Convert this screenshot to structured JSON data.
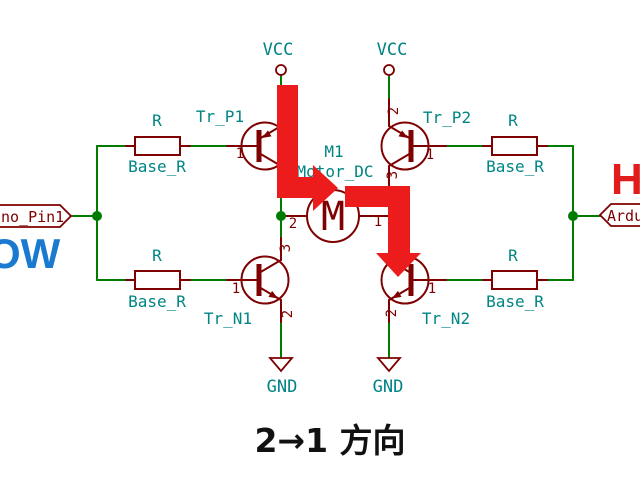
{
  "colors": {
    "symbol_dark_red": "#7e0000",
    "wire_green": "#007c00",
    "label_teal": "#008484",
    "flow_arrow_red": "#ed1c1c",
    "low_blue": "#1a7ad0",
    "high_red": "#e11c1c",
    "caption_black": "#111111"
  },
  "power": {
    "vcc_left": "VCC",
    "vcc_right": "VCC",
    "gnd_left": "GND",
    "gnd_right": "GND"
  },
  "resistors": {
    "top_left": {
      "ref": "R",
      "value": "Base_R"
    },
    "top_right": {
      "ref": "R",
      "value": "Base_R"
    },
    "bottom_left": {
      "ref": "R",
      "value": "Base_R"
    },
    "bottom_right": {
      "ref": "R",
      "value": "Base_R"
    }
  },
  "transistors": {
    "tr_p1": {
      "ref": "Tr_P1",
      "pin_base": "1"
    },
    "tr_p2": {
      "ref": "Tr_P2",
      "pin_base": "1",
      "pin_top": "2",
      "pin_bottom": "3"
    },
    "tr_n1": {
      "ref": "Tr_N1",
      "pin_base": "1",
      "pin_top": "3",
      "pin_bottom": "2"
    },
    "tr_n2": {
      "ref": "Tr_N2",
      "pin_base": "1",
      "pin_bottom": "2"
    }
  },
  "motor": {
    "ref": "M1",
    "value": "Motor_DC",
    "symbol_letter": "M",
    "pin_left": "2",
    "pin_right": "1"
  },
  "net_labels": {
    "left": "no_Pin1",
    "right": "Ardu"
  },
  "annotations": {
    "left_signal": "OW",
    "right_signal": "H",
    "caption": "2→1 方向"
  }
}
